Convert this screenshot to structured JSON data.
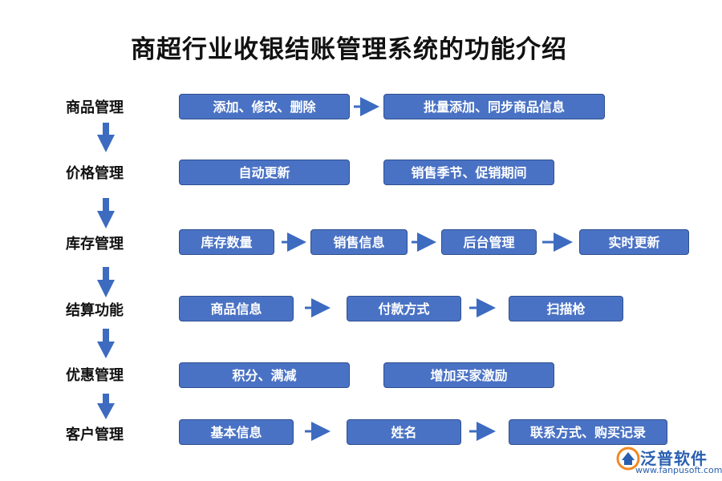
{
  "title": "商超行业收银结账管理系统的功能介绍",
  "rows": [
    {
      "category": "商品管理",
      "items": [
        "添加、修改、删除",
        "批量添加、同步商品信息"
      ]
    },
    {
      "category": "价格管理",
      "items": [
        "自动更新",
        "销售季节、促销期间"
      ]
    },
    {
      "category": "库存管理",
      "items": [
        "库存数量",
        "销售信息",
        "后台管理",
        "实时更新"
      ]
    },
    {
      "category": "结算功能",
      "items": [
        "商品信息",
        "付款方式",
        "扫描枪"
      ]
    },
    {
      "category": "优惠管理",
      "items": [
        "积分、满减",
        "增加买家激励"
      ]
    },
    {
      "category": "客户管理",
      "items": [
        "基本信息",
        "姓名",
        "联系方式、购买记录"
      ]
    }
  ],
  "colors": {
    "box_fill": "#4a72c4",
    "box_border": "#2f4f8f",
    "arrow": "#3d6bc0"
  },
  "logo": {
    "name": "泛普软件",
    "url": "www.fanpusoft.com"
  }
}
